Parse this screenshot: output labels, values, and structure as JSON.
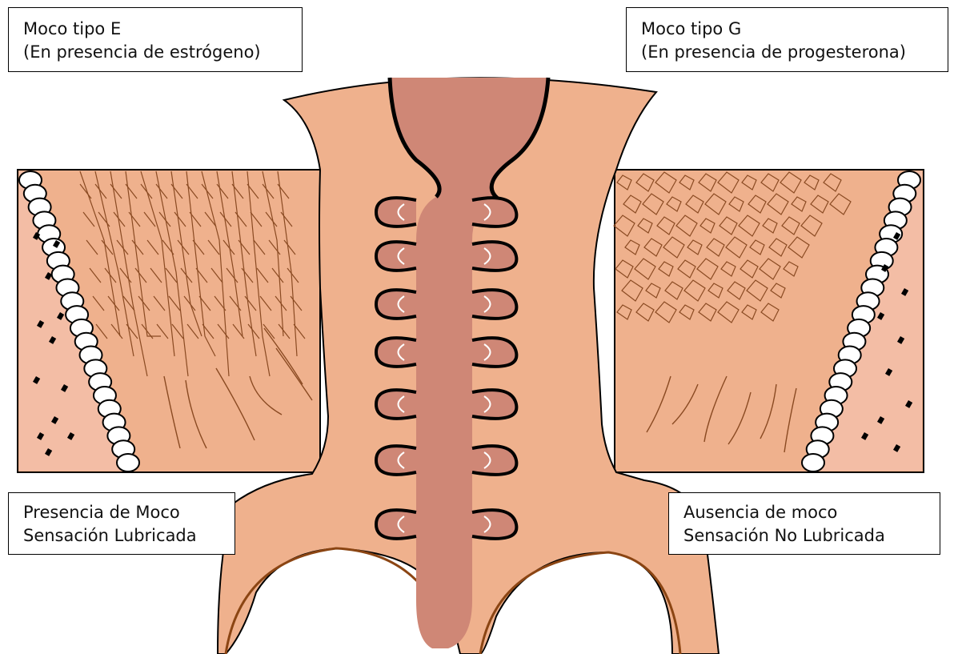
{
  "labels": {
    "top_left": {
      "line1": "Moco tipo E",
      "line2": "(En presencia de estrógeno)"
    },
    "top_right": {
      "line1": "Moco tipo G",
      "line2": "(En presencia de progesterona)"
    },
    "bottom_left": {
      "line1": "Presencia de Moco",
      "line2": "Sensación Lubricada"
    },
    "bottom_right": {
      "line1": "Ausencia de moco",
      "line2": "Sensación No Lubricada"
    }
  },
  "colors": {
    "tissue": "#efb18d",
    "canal": "#cf8776",
    "side_panel": "#f3bda5",
    "fiber": "#8a4a22",
    "outline": "#000000",
    "bottom_edge": "#8b4513"
  }
}
